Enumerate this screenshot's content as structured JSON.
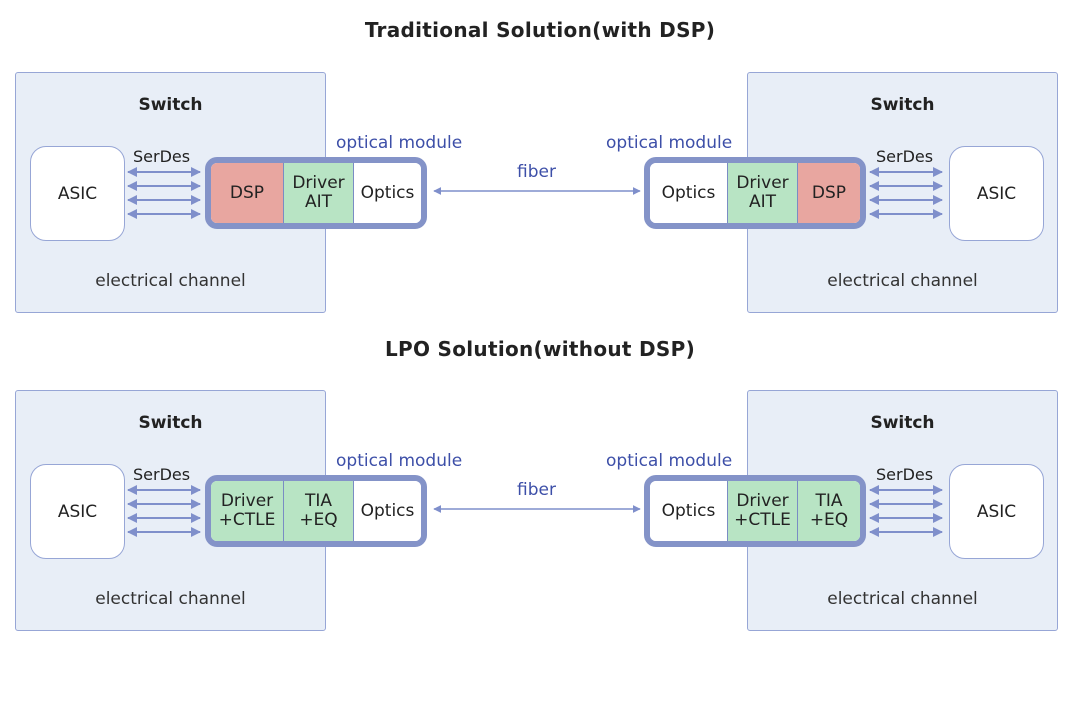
{
  "sections": [
    {
      "title": "Traditional Solution(with DSP)",
      "left": {
        "switch_label": "Switch",
        "asic_label": "ASIC",
        "serdes_label": "SerDes",
        "channel_label": "electrical channel",
        "module_label": "optical module",
        "module_cells": [
          {
            "label": "DSP",
            "color": "#e8a6a0"
          },
          {
            "label": "Driver\nAIT",
            "color": "#b8e4c4"
          },
          {
            "label": "Optics",
            "color": "#ffffff"
          }
        ]
      },
      "fiber_label": "fiber",
      "right": {
        "switch_label": "Switch",
        "asic_label": "ASIC",
        "serdes_label": "SerDes",
        "channel_label": "electrical channel",
        "module_label": "optical module",
        "module_cells": [
          {
            "label": "Optics",
            "color": "#ffffff"
          },
          {
            "label": "Driver\nAIT",
            "color": "#b8e4c4"
          },
          {
            "label": "DSP",
            "color": "#e8a6a0"
          }
        ]
      }
    },
    {
      "title": "LPO Solution(without DSP)",
      "left": {
        "switch_label": "Switch",
        "asic_label": "ASIC",
        "serdes_label": "SerDes",
        "channel_label": "electrical channel",
        "module_label": "optical module",
        "module_cells": [
          {
            "label": "Driver\n+CTLE",
            "color": "#b8e4c4"
          },
          {
            "label": "TIA\n+EQ",
            "color": "#b8e4c4"
          },
          {
            "label": "Optics",
            "color": "#ffffff"
          }
        ]
      },
      "fiber_label": "fiber",
      "right": {
        "switch_label": "Switch",
        "asic_label": "ASIC",
        "serdes_label": "SerDes",
        "channel_label": "electrical channel",
        "module_label": "optical module",
        "module_cells": [
          {
            "label": "Optics",
            "color": "#ffffff"
          },
          {
            "label": "Driver\n+CTLE",
            "color": "#b8e4c4"
          },
          {
            "label": "TIA\n+EQ",
            "color": "#b8e4c4"
          }
        ]
      }
    }
  ],
  "colors": {
    "switch_fill": "#e8eef7",
    "border": "#97a6d6",
    "module_border": "#8493c8",
    "arrow": "#7f8fcb",
    "accent_text": "#3d4fa8",
    "dsp": "#e8a6a0",
    "analog": "#b8e4c4"
  }
}
